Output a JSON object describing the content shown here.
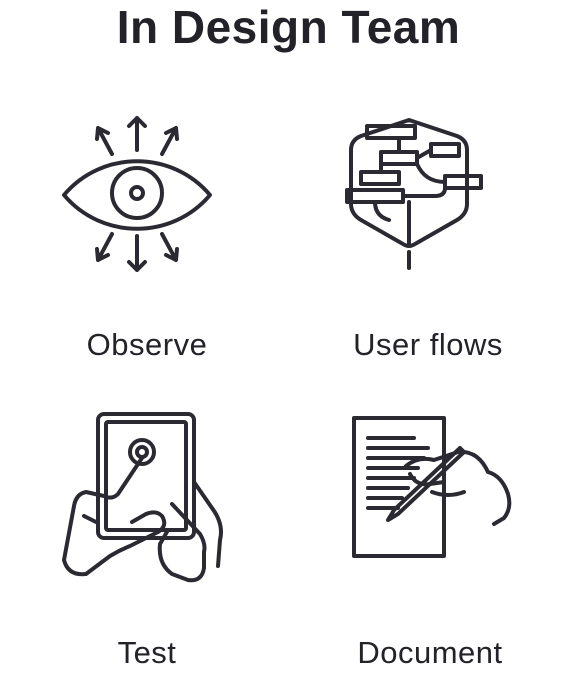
{
  "page": {
    "title": "In Design Team",
    "ink_color": "#2b2a33",
    "background": "#ffffff"
  },
  "items": [
    {
      "label": "Observe",
      "icon": "eye-icon"
    },
    {
      "label": "User flows",
      "icon": "user-flow-diagram-icon"
    },
    {
      "label": "Test",
      "icon": "tablet-touch-icon"
    },
    {
      "label": "Document",
      "icon": "document-signing-icon"
    }
  ]
}
